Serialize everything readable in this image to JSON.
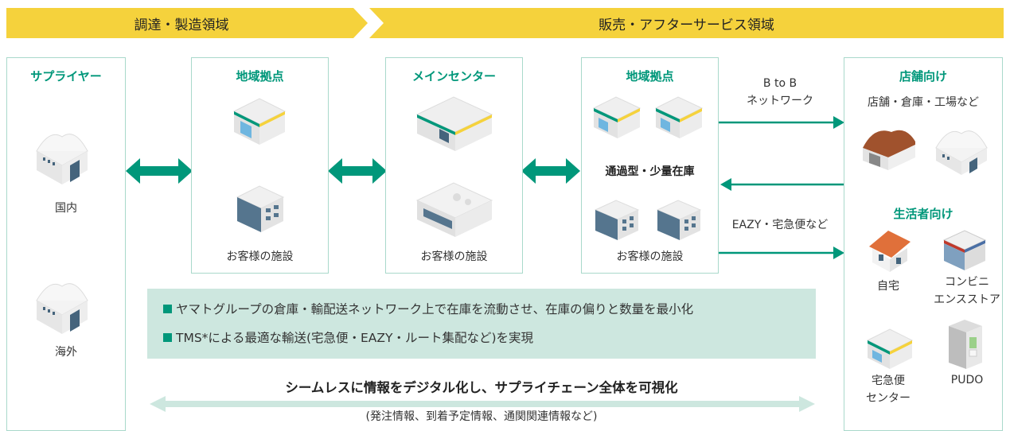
{
  "banner": {
    "left": "調達・製造領域",
    "right": "販売・アフターサービス領域"
  },
  "supplier": {
    "title": "サプライヤー",
    "domestic": "国内",
    "overseas": "海外"
  },
  "regional1": {
    "title": "地域拠点",
    "facility": "お客様の施設"
  },
  "main_center": {
    "title": "メインセンター",
    "facility": "お客様の施設"
  },
  "regional2": {
    "title": "地域拠点",
    "middle": "通過型・少量在庫",
    "facility": "お客様の施設"
  },
  "flows": {
    "b2b_line1": "B to B",
    "b2b_line2": "ネットワーク",
    "eazy": "EAZY・宅急便など"
  },
  "store": {
    "title": "店舗向け",
    "subtitle": "店舗・倉庫・工場など"
  },
  "consumer": {
    "title": "生活者向け",
    "home": "自宅",
    "convenience_line1": "コンビニ",
    "convenience_line2": "エンスストア",
    "center_line1": "宅急便",
    "center_line2": "センター",
    "pudo": "PUDO"
  },
  "info": {
    "point1": "ヤマトグループの倉庫・輸配送ネットワーク上で在庫を流動させ、在庫の偏りと数量を最小化",
    "point2": "TMS*による最適な輸送(宅急便・EAZY・ルート集配など)を実現"
  },
  "summary": {
    "headline": "シームレスに情報をデジタル化し、サプライチェーン全体を可視化",
    "detail": "(発注情報、到着予定情報、通関関連情報など)"
  },
  "colors": {
    "banner": "#f5d23c",
    "accent": "#00977a",
    "box_border": "#a9d9cb",
    "info_bg": "#cde7df"
  }
}
